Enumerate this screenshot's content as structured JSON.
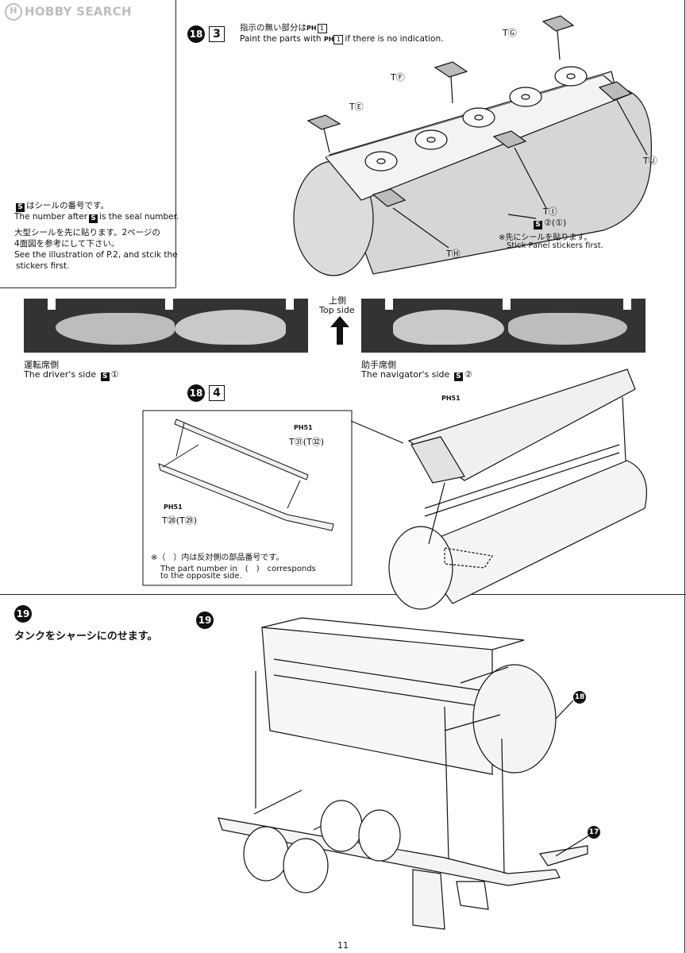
{
  "logo": {
    "mark": "H",
    "text": "HOBBY SEARCH"
  },
  "note_seal": {
    "line1_jp": "はシールの番号です。",
    "line1_prefix": "S",
    "line2_a": "The number after",
    "line2_b": "is the seal number.",
    "line3_jp": "大型シールを先に貼ります。2ページの",
    "line4_jp": "4面図を参考にして下さい。",
    "line5": "See the illustration of P.2, and stcik the",
    "line6": "stickers first."
  },
  "step18_3": {
    "num": "18",
    "sub": "3",
    "instr_jp_a": "指示の無い部分は",
    "instr_jp_b": "PH",
    "instr_jp_box": "1",
    "instr_en_a": "Paint the parts with",
    "instr_en_b": "if there is no indication.",
    "parts": {
      "t57": "TⒺ",
      "t58": "TⒻ",
      "t59": "TⒼ",
      "t60": "TⒽ",
      "t61": "TⒾ",
      "t62": "TⒿ"
    },
    "seal_ref": "②(①)",
    "seal_note_jp": "※先にシールを貼ります。",
    "seal_note_en": "Stick Panel stickers first."
  },
  "banners": {
    "top_side_jp": "上側",
    "top_side_en": "Top side",
    "driver_jp": "運転席側",
    "driver_en": "The driver's side",
    "driver_seal": "①",
    "nav_jp": "助手席側",
    "nav_en": "The navigator's side",
    "nav_seal": "②"
  },
  "step18_4": {
    "num": "18",
    "sub": "4",
    "ph_top": "PH51",
    "part_top": "T㉛(T㉜)",
    "ph_bottom": "PH51",
    "part_bottom": "T㉘(T㉙)",
    "ph_right": "PH51",
    "note_jp": "※（　）内は反対側の部品番号です。",
    "note_en1": "The part number in　(　)　corresponds",
    "note_en2": "to the opposite side."
  },
  "step19": {
    "num": "19",
    "instr_jp": "タンクをシャーシにのせます。",
    "ref18": "18",
    "ref17": "17"
  },
  "page_number": "11",
  "colors": {
    "ink": "#111111",
    "tank_shade": "#d6d6d6",
    "banner": "#333333"
  }
}
